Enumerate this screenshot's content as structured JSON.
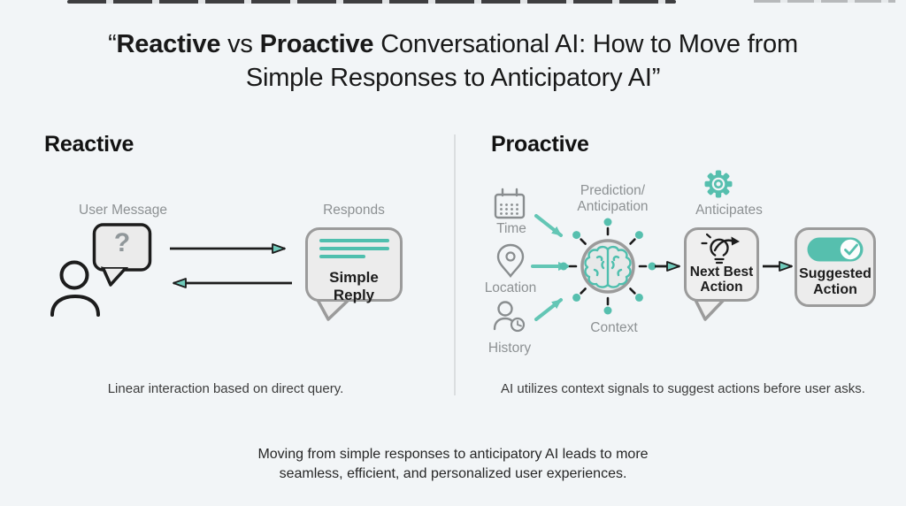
{
  "title": {
    "line1_pre": "“",
    "line1_bold1": "Reactive",
    "line1_mid": " vs ",
    "line1_bold2": "Proactive",
    "line1_rest": " Conversational AI: How to Move from",
    "line2": "Simple Responses to Anticipatory AI”"
  },
  "reactive": {
    "heading": "Reactive",
    "user_message_label": "User Message",
    "bubble_question_mark": "?",
    "responds_label": "Responds",
    "simple_reply_label": "Simple Reply",
    "caption": "Linear interaction based on direct query."
  },
  "proactive": {
    "heading": "Proactive",
    "signals": [
      {
        "icon": "calendar-icon",
        "label": "Time"
      },
      {
        "icon": "location-pin-icon",
        "label": "Location"
      },
      {
        "icon": "history-icon",
        "label": "History"
      }
    ],
    "hub": {
      "icon": "brain-icon",
      "label_top_line1": "Prediction/",
      "label_top_line2": "Anticipation",
      "label_bottom": "Context"
    },
    "anticipates": {
      "icon": "gear-icon",
      "label": "Anticipates"
    },
    "next_best_action": {
      "icon": "lightbulb-arrow-icon",
      "line1": "Next Best",
      "line2": "Action"
    },
    "suggested_action": {
      "icon": "toggle-check-icon",
      "line1": "Suggested",
      "line2": "Action"
    },
    "caption": "AI utilizes context signals to suggest actions before user asks."
  },
  "footer": {
    "line1": "Moving from simple responses to anticipatory AI leads to more",
    "line2": "seamless, efficient, and personalized user experiences."
  },
  "colors": {
    "background": "#f2f5f7",
    "teal": "#56bfae",
    "teal_arrowhead": "#6fcabb",
    "ink": "#1c1c1c",
    "gray_label": "#8d9193",
    "gray_icon": "#898d8f",
    "card_fill": "#ececec",
    "card_border": "#9b9b9b",
    "divider": "#d3d7d9"
  }
}
